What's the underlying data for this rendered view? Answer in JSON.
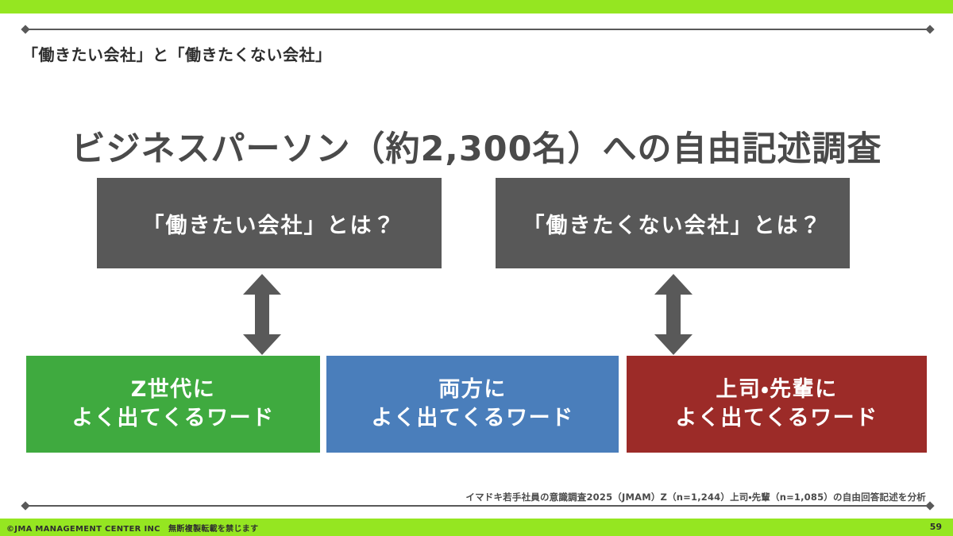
{
  "slide": {
    "kicker": "「働きたい会社」と「働きたくない会社」",
    "title": "ビジネスパーソン（約2,300名）への自由記述調査",
    "question_boxes": [
      {
        "label": "「働きたい会社」とは？"
      },
      {
        "label": "「働きたくない会社」とは？"
      }
    ],
    "arrows": [
      {
        "name": "double-arrow-left"
      },
      {
        "name": "double-arrow-right"
      }
    ],
    "word_boxes": [
      {
        "line1": "Z世代に",
        "line2": "よく出てくるワード",
        "color": "#3faa3f"
      },
      {
        "line1": "両方に",
        "line2": "よく出てくるワード",
        "color": "#4a7ebb"
      },
      {
        "line1": "上司・先輩に",
        "line2": "よく出てくるワード",
        "color": "#9c2b28"
      }
    ],
    "source_note": "イマドキ若手社員の意識調査2025（JMAM）Z（n=1,244）上司・先輩（n=1,085）の自由回答記述を分析",
    "footer": {
      "copyright": "©JMA MANAGEMENT CENTER INC　無断複製転載を禁じます",
      "page_number": "59"
    },
    "colors": {
      "band_green": "#95e621",
      "box_gray": "#585858",
      "green": "#3faa3f",
      "blue": "#4a7ebb",
      "red": "#9c2b28",
      "rule_gray": "#595959",
      "title_gray": "#4a4a4a"
    }
  }
}
